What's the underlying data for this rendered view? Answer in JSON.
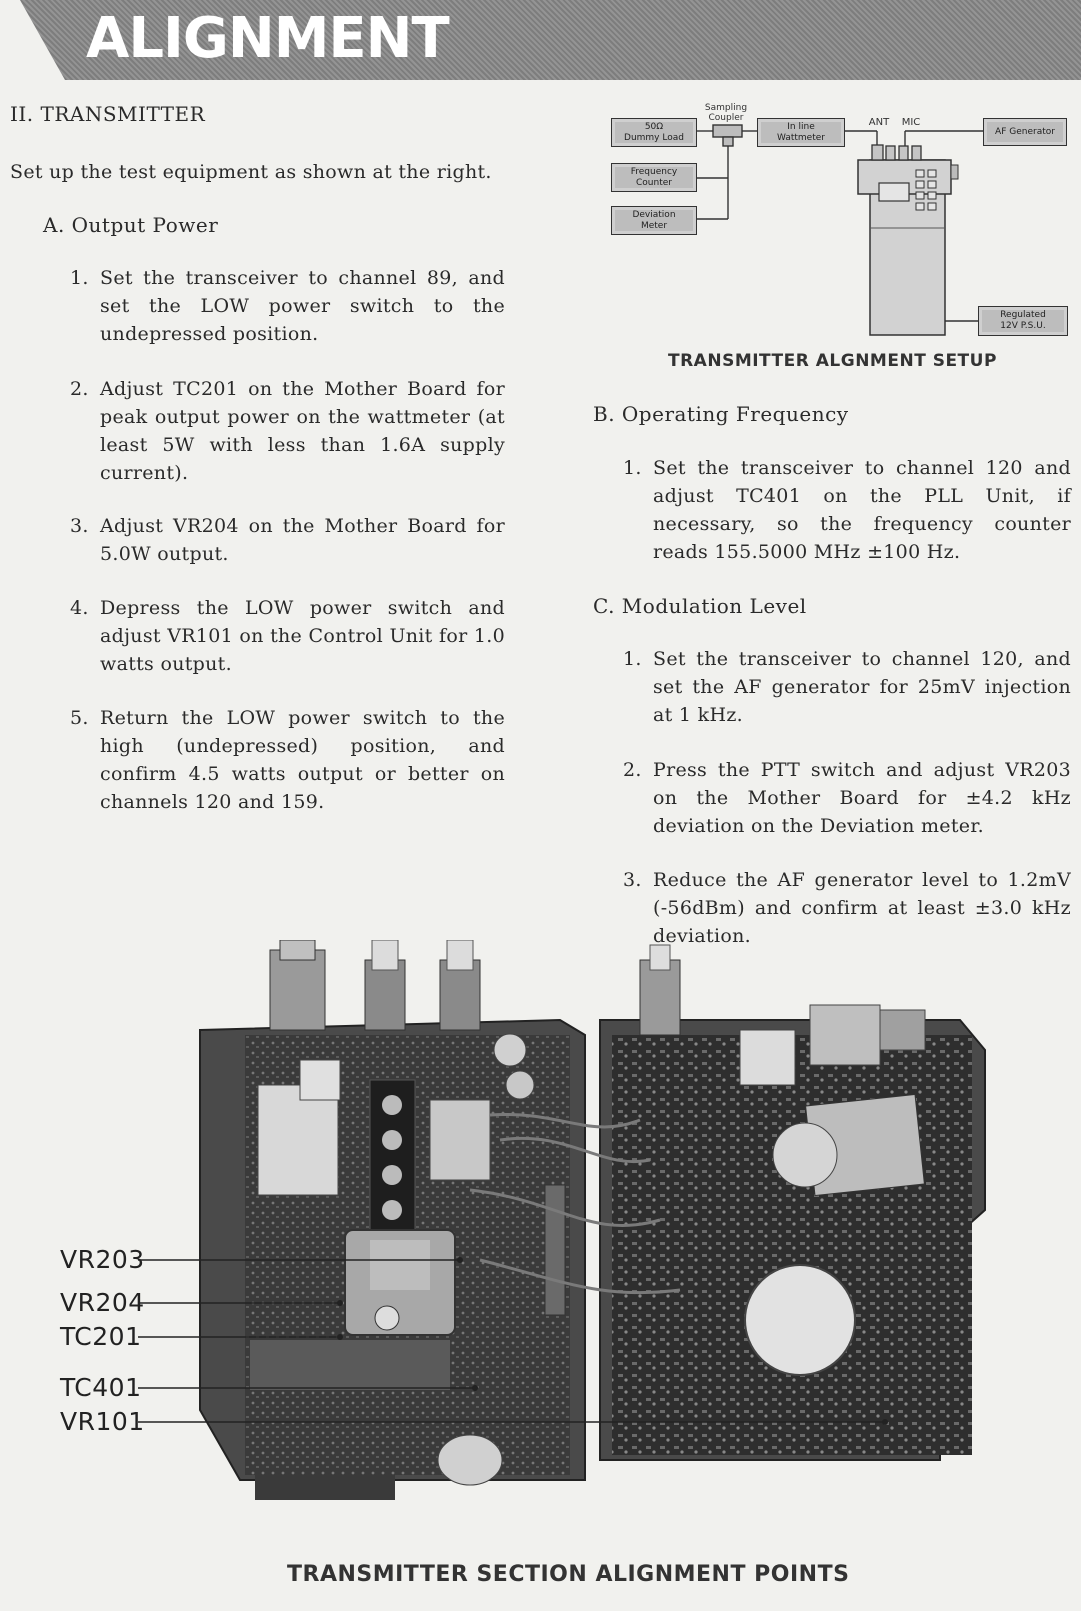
{
  "header": {
    "title": "ALIGNMENT"
  },
  "section": {
    "title": "II. TRANSMITTER",
    "intro": "Set up the test equipment as shown at the right."
  },
  "output_power": {
    "heading": "A. Output Power",
    "items": [
      {
        "num": "1.",
        "text": "Set the transceiver to channel 89, and set the LOW power switch to the undepressed position."
      },
      {
        "num": "2.",
        "text": "Adjust TC201 on the Mother Board for peak output power on the wattmeter (at least 5W with less than 1.6A supply current)."
      },
      {
        "num": "3.",
        "text": "Adjust VR204 on the Mother Board for 5.0W output."
      },
      {
        "num": "4.",
        "text": "Depress the LOW power switch and adjust VR101 on the Control Unit for 1.0 watts output."
      },
      {
        "num": "5.",
        "text": "Return the LOW power switch to the high (undepressed) position, and confirm 4.5 watts output or better on channels 120 and 159."
      }
    ]
  },
  "operating_frequency": {
    "heading": "B. Operating Frequency",
    "items": [
      {
        "num": "1.",
        "text": "Set the transceiver to channel 120 and adjust TC401 on the PLL Unit, if necessary, so the frequency counter reads 155.5000 MHz ±100 Hz."
      }
    ]
  },
  "modulation_level": {
    "heading": "C. Modulation Level",
    "items": [
      {
        "num": "1.",
        "text": "Set the transceiver to channel 120, and set the AF generator for 25mV injection at 1 kHz."
      },
      {
        "num": "2.",
        "text": "Press the PTT switch and adjust VR203 on the Mother Board for ±4.2 kHz deviation on the Deviation meter."
      },
      {
        "num": "3.",
        "text": "Reduce the AF generator level to 1.2mV (-56dBm) and confirm at least ±3.0 kHz deviation."
      }
    ]
  },
  "setup_diagram": {
    "caption": "TRANSMITTER ALGNMENT SETUP",
    "dummy_load_1": "50Ω",
    "dummy_load_2": "Dummy Load",
    "sampling_1": "Sampling",
    "sampling_2": "Coupler",
    "wattmeter_1": "In line",
    "wattmeter_2": "Wattmeter",
    "ant": "ANT",
    "mic": "MIC",
    "af_generator": "AF Generator",
    "counter_1": "Frequency",
    "counter_2": "Counter",
    "deviation_1": "Deviation",
    "deviation_2": "Meter",
    "psu_1": "Regulated",
    "psu_2": "12V P.S.U."
  },
  "photo": {
    "caption": "TRANSMITTER SECTION ALIGNMENT POINTS",
    "callouts": [
      "VR203",
      "VR204",
      "TC201",
      "TC401",
      "VR101"
    ]
  }
}
